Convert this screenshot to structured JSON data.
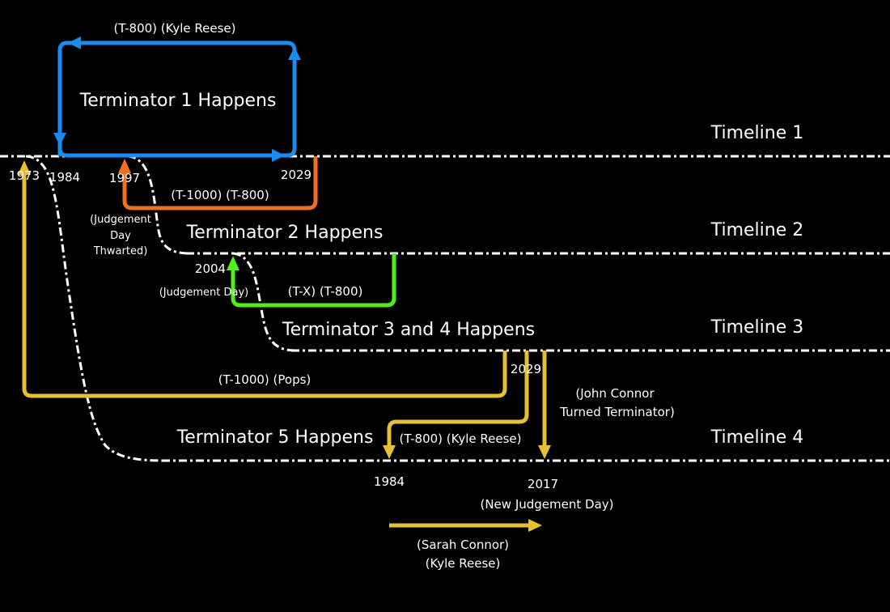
{
  "title": "Terminator Timelines",
  "colors": {
    "background": "#000000",
    "timeline": "#ffffff",
    "t1_loop": "#1a8cf0",
    "t2_loop": "#f07020",
    "t3_loop": "#4ff01a",
    "t5_paths": "#e6c030"
  },
  "timelines": [
    {
      "label": "Timeline 1"
    },
    {
      "label": "Timeline 2"
    },
    {
      "label": "Timeline 3"
    },
    {
      "label": "Timeline 4"
    }
  ],
  "movies": {
    "t1": "Terminator 1 Happens",
    "t2": "Terminator 2 Happens",
    "t34": "Terminator 3 and 4 Happens",
    "t5": "Terminator 5 Happens"
  },
  "years": {
    "tl1_1973": "1973",
    "tl1_1984": "1984",
    "tl1_1997": "1997",
    "tl1_2029": "2029",
    "tl2_2004": "2004",
    "tl3_2029": "2029",
    "tl4_1984": "1984",
    "tl4_2017": "2017"
  },
  "travelers": {
    "t1": "(T-800) (Kyle Reese)",
    "t2": "(T-1000) (T-800)",
    "t3": "(T-X) (T-800)",
    "t5_pops": "(T-1000) (Pops)",
    "t5_kyle": "(T-800) (Kyle Reese)",
    "t5_john_line1": "(John Connor",
    "t5_john_line2": "Turned Terminator)",
    "t5_sarah_line1": "(Sarah Connor)",
    "t5_sarah_line2": "(Kyle Reese)"
  },
  "events": {
    "jd_thwarted_line1": "(Judgement",
    "jd_thwarted_line2": "Day",
    "jd_thwarted_line3": "Thwarted)",
    "jd": "(Judgement Day)",
    "new_jd": "(New Judgement Day)"
  }
}
